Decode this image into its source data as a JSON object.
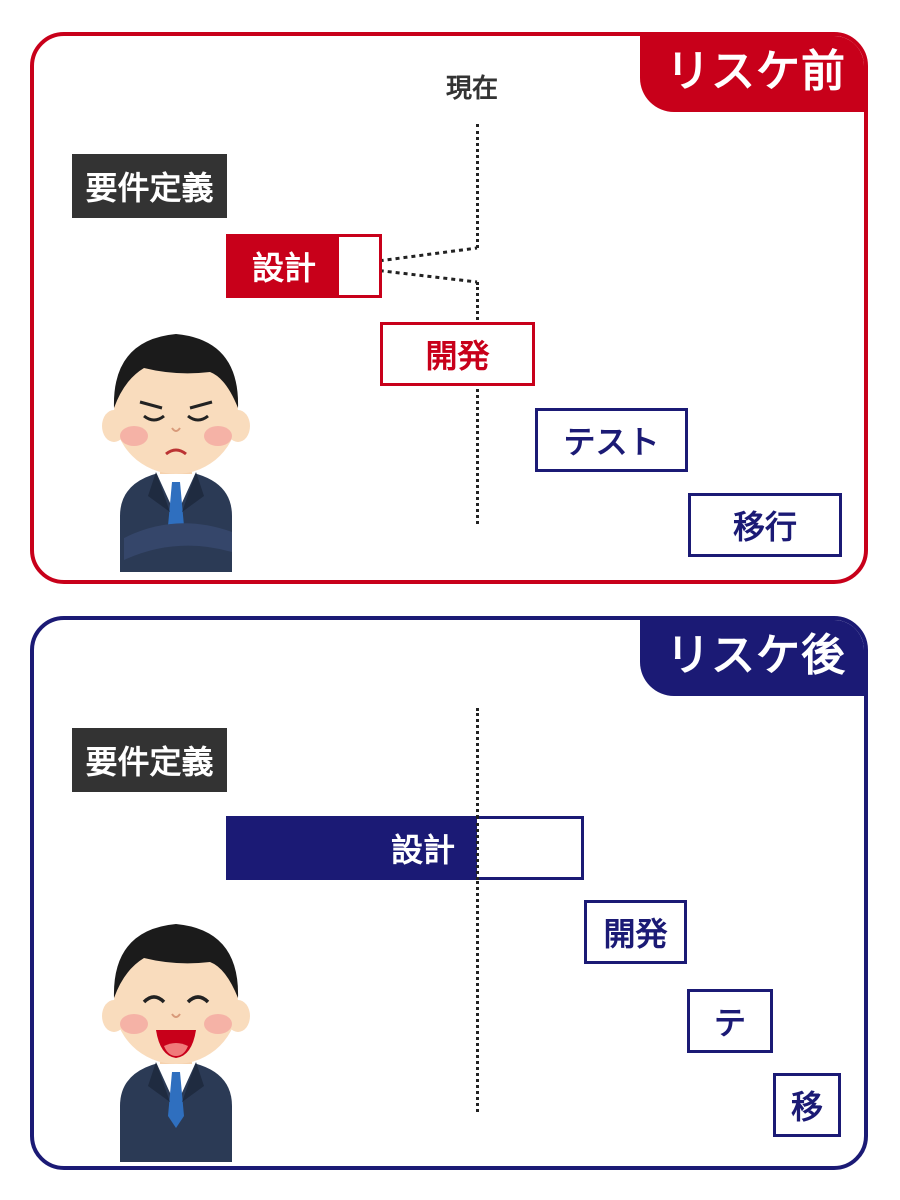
{
  "before": {
    "tab_label": "リスケ前",
    "now_label": "現在",
    "tasks": {
      "requirements": "要件定義",
      "design": "設計",
      "development": "開発",
      "test": "テスト",
      "migration": "移行"
    },
    "person": "worried-businessman"
  },
  "after": {
    "tab_label": "リスケ後",
    "tasks": {
      "requirements": "要件定義",
      "design": "設計",
      "development": "開発",
      "test": "テ",
      "migration": "移"
    },
    "person": "happy-businessman"
  },
  "colors": {
    "red": "#c8001a",
    "navy": "#1b1a75",
    "dark": "#333333"
  }
}
